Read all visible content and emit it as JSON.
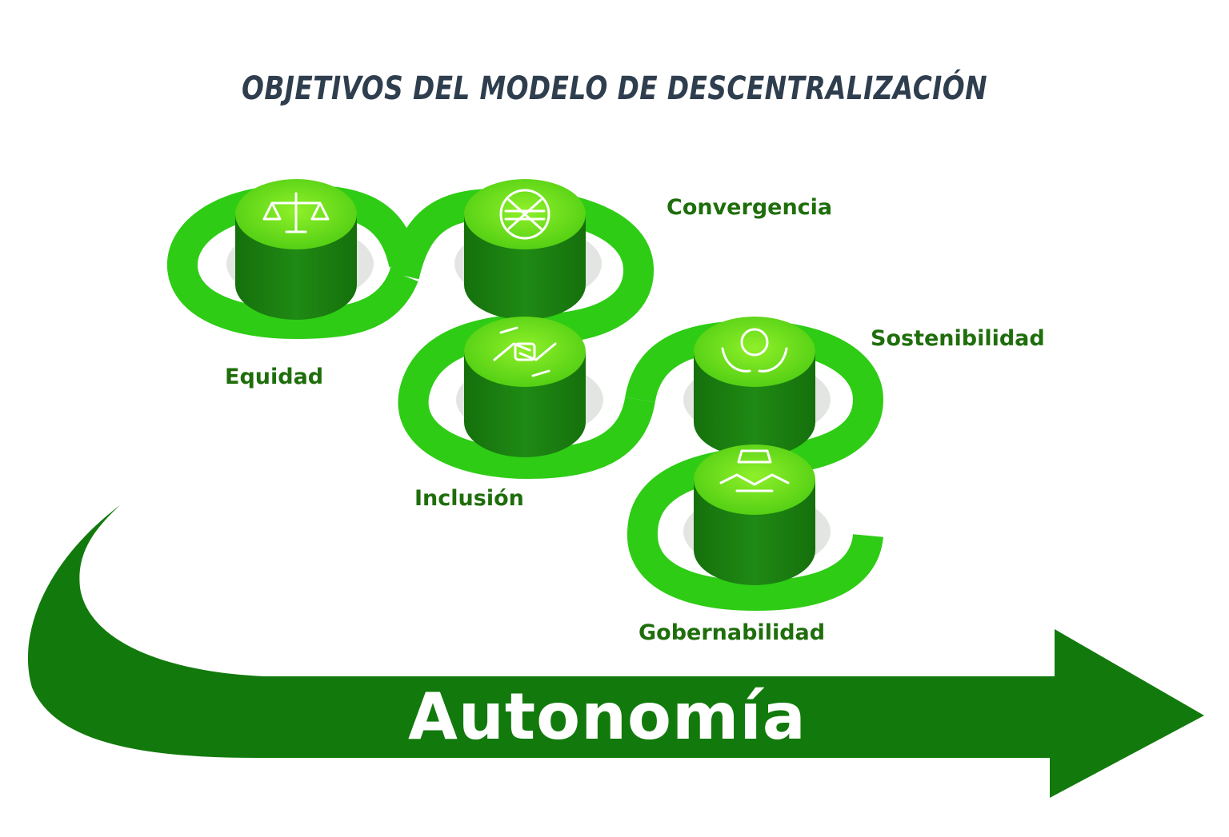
{
  "title": "OBJETIVOS DEL MODELO DE DESCENTRALIZACIÓN",
  "objectives": [
    {
      "label": "Equidad",
      "icon": "scales-justice-icon"
    },
    {
      "label": "Convergencia",
      "icon": "converging-arrows-icon"
    },
    {
      "label": "Inclusión",
      "icon": "joined-hands-icon"
    },
    {
      "label": "Sostenibilidad",
      "icon": "hands-dollar-coin-icon"
    },
    {
      "label": "Gobernabilidad",
      "icon": "handshake-ballot-icon"
    }
  ],
  "arrow_label": "Autonomía",
  "colors": {
    "title": "#2f3e4e",
    "label": "#1f6e0c",
    "ring": "#2ecc15",
    "arrow": "#127a0c",
    "cylinder_side": "#1a7d10",
    "cylinder_top": "#6fdc1a",
    "shadow": "#e2e5e2"
  }
}
